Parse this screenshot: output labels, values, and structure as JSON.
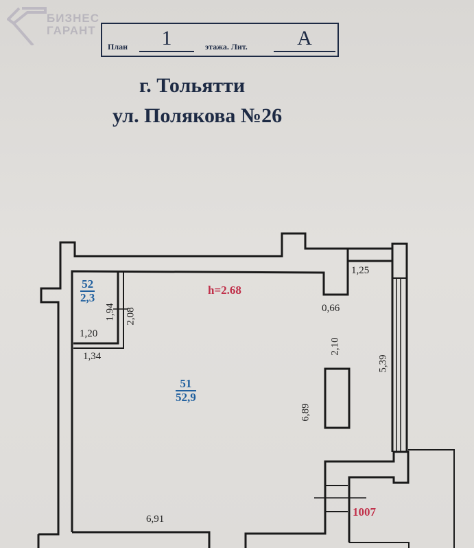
{
  "logo": {
    "line1": "БИЗНЕС",
    "line2": "ГАРАНТ"
  },
  "header": {
    "plan_label": "План",
    "floor_value": "1",
    "floor_label": "этажа. Лит.",
    "letter_value": "А"
  },
  "address": {
    "city": "г. Тольятти",
    "street": "ул. Полякова  №26"
  },
  "plan": {
    "ceiling_height": "h=2.68",
    "rooms": [
      {
        "number": "52",
        "area": "2,3"
      },
      {
        "number": "51",
        "area": "52,9"
      }
    ],
    "dimensions": {
      "d1_25": "1,25",
      "d0_66": "0,66",
      "d1_94": "1,94",
      "d2_08": "2,08",
      "d1_20": "1,20",
      "d1_34": "1,34",
      "d2_10": "2,10",
      "d5_39": "5,39",
      "d6_89": "6,89",
      "d6_91": "6,91"
    },
    "neighbor_label": "1007"
  }
}
